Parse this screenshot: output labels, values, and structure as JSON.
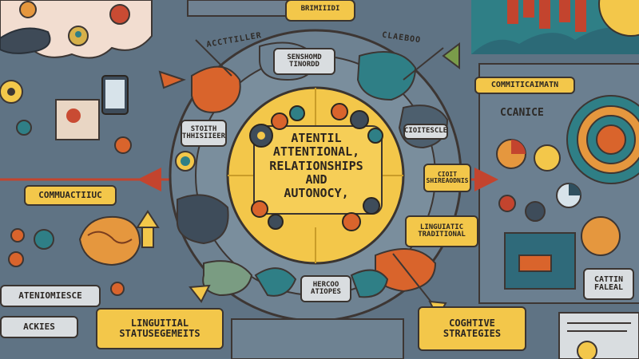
{
  "top_banner_label": "BRIMIIIDI",
  "curved_labels": {
    "left": "ACCTTILLER",
    "right": "CLAEBOO"
  },
  "central": {
    "lines": [
      "ATENTIL",
      "ATTENTIONAL,",
      "RELATIONSHIPS",
      "AND",
      "AUTONOCY,"
    ]
  },
  "ring_labels": {
    "top": "SENSHOMD TINORDD",
    "left": "STOITH THHISIIEER",
    "right": "CIOITESCLE",
    "right_tab": "CIOIT SHIREAODNIS",
    "bottom": "HERCOO ATIOPES"
  },
  "boxes": {
    "communication_left": "COMMUACTIIUC",
    "attention": "ATENIOMIESCE",
    "actions": "ACKIES",
    "linguistic": "LINGUITIAL STATUSEGEMEITS",
    "cognitive": "COGHTIVE STRATEGIES",
    "linguistic_right": "LINGUIATIC TRADITIONAL",
    "communication_right": "COMMITICAIMATN",
    "cognice": "CCANICE",
    "cathin": "CATTIN FALEAL"
  },
  "colors": {
    "background": "#5f7384",
    "central": "#f3c74a",
    "ring": "#6e8292",
    "orange": "#d9642c",
    "teal": "#2f7f86",
    "arrow": "#c3442e"
  },
  "icons": [
    "gear-icon",
    "brain-icon",
    "tablet-icon",
    "target-icon",
    "hand-icon",
    "pie-chart-icon",
    "bar-chart-icon",
    "heart-icon"
  ]
}
